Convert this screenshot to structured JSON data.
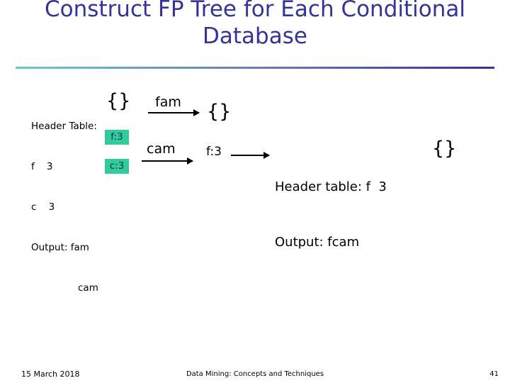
{
  "slide": {
    "title": "Construct FP Tree for Each Conditional\nDatabase",
    "accent_color": "#333399",
    "node_color": "#33cc99",
    "node_text_color": "#003366"
  },
  "header_table": {
    "line1": "Header Table:",
    "line2": "f    3",
    "line3": "c    3",
    "line4": "Output: fam",
    "line5": "cam"
  },
  "nodes": {
    "root_brace": "{}",
    "f3": "f:3",
    "c3": "c:3"
  },
  "arrows": {
    "label_fam": "fam",
    "label_cam": "cam",
    "label_f3": "f:3"
  },
  "right": {
    "brace_top": "{}",
    "brace_bottom": "{}",
    "header_line1": "Header table: f  3",
    "header_line2": "Output: fcam"
  },
  "footer": {
    "date": "15 March 2018",
    "center": "Data Mining: Concepts and Techniques",
    "page": "41"
  }
}
